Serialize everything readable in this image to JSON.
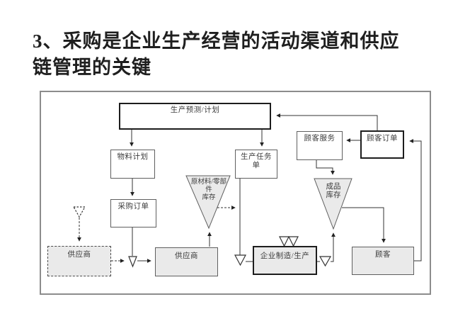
{
  "title": {
    "line1": "3、采购是企业生产经营的活动渠道和供应",
    "line2": "链管理的关键"
  },
  "diagram": {
    "nodes": {
      "forecast": {
        "label": "生产预测/计划"
      },
      "material_plan": {
        "label": "物料计划"
      },
      "purchase_order": {
        "label": "采购订单"
      },
      "supplier_potential": {
        "label": "供应商"
      },
      "supplier": {
        "label": "供应商"
      },
      "task_order": {
        "label": "生产任务\n单"
      },
      "raw_inventory": {
        "label": "原材料/零部\n件\n库存"
      },
      "manufacturing": {
        "label": "企业制造/生产"
      },
      "customer_service": {
        "label": "顾客服务"
      },
      "customer_order": {
        "label": "顾客订单"
      },
      "finished_inventory": {
        "label": "成品\n库存"
      },
      "customer": {
        "label": "顾客"
      }
    }
  },
  "colors": {
    "title_text": "#1f1f1f",
    "label_text": "#3a3a3a",
    "line": "#333333",
    "border_dark": "#1d1d1d",
    "border_normal": "#5f5f5f",
    "outer_border": "#8c8c8c",
    "fill_gray": "#eaeaea"
  }
}
